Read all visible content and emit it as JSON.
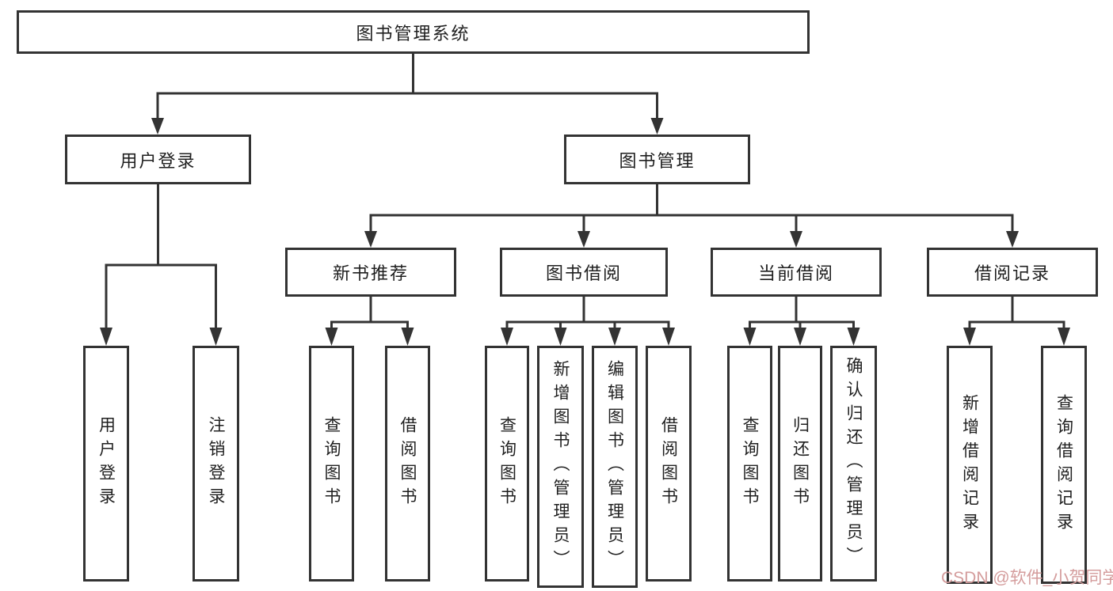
{
  "diagram": {
    "root": {
      "label": "图书管理系统"
    },
    "branches": [
      {
        "label": "用户登录",
        "children": [
          {
            "label": "用户登录"
          },
          {
            "label": "注销登录"
          }
        ]
      },
      {
        "label": "图书管理",
        "children": [
          {
            "label": "新书推荐",
            "children": [
              {
                "label": "查询图书"
              },
              {
                "label": "借阅图书"
              }
            ]
          },
          {
            "label": "图书借阅",
            "children": [
              {
                "label": "查询图书"
              },
              {
                "label": "新增图书（管理员）"
              },
              {
                "label": "编辑图书（管理员）"
              },
              {
                "label": "借阅图书"
              }
            ]
          },
          {
            "label": "当前借阅",
            "children": [
              {
                "label": "查询图书"
              },
              {
                "label": "归还图书"
              },
              {
                "label": "确认归还（管理员）"
              }
            ]
          },
          {
            "label": "借阅记录",
            "children": [
              {
                "label": "新增借阅记录"
              },
              {
                "label": "查询借阅记录"
              }
            ]
          }
        ]
      }
    ]
  },
  "watermark": {
    "text": "CSDN @软件_小贺同学",
    "color": "#d49c9c"
  },
  "colors": {
    "line": "#333333",
    "box_border": "#333333",
    "box_fill": "#ffffff",
    "text": "#1f1f1f",
    "background": "#ffffff"
  }
}
